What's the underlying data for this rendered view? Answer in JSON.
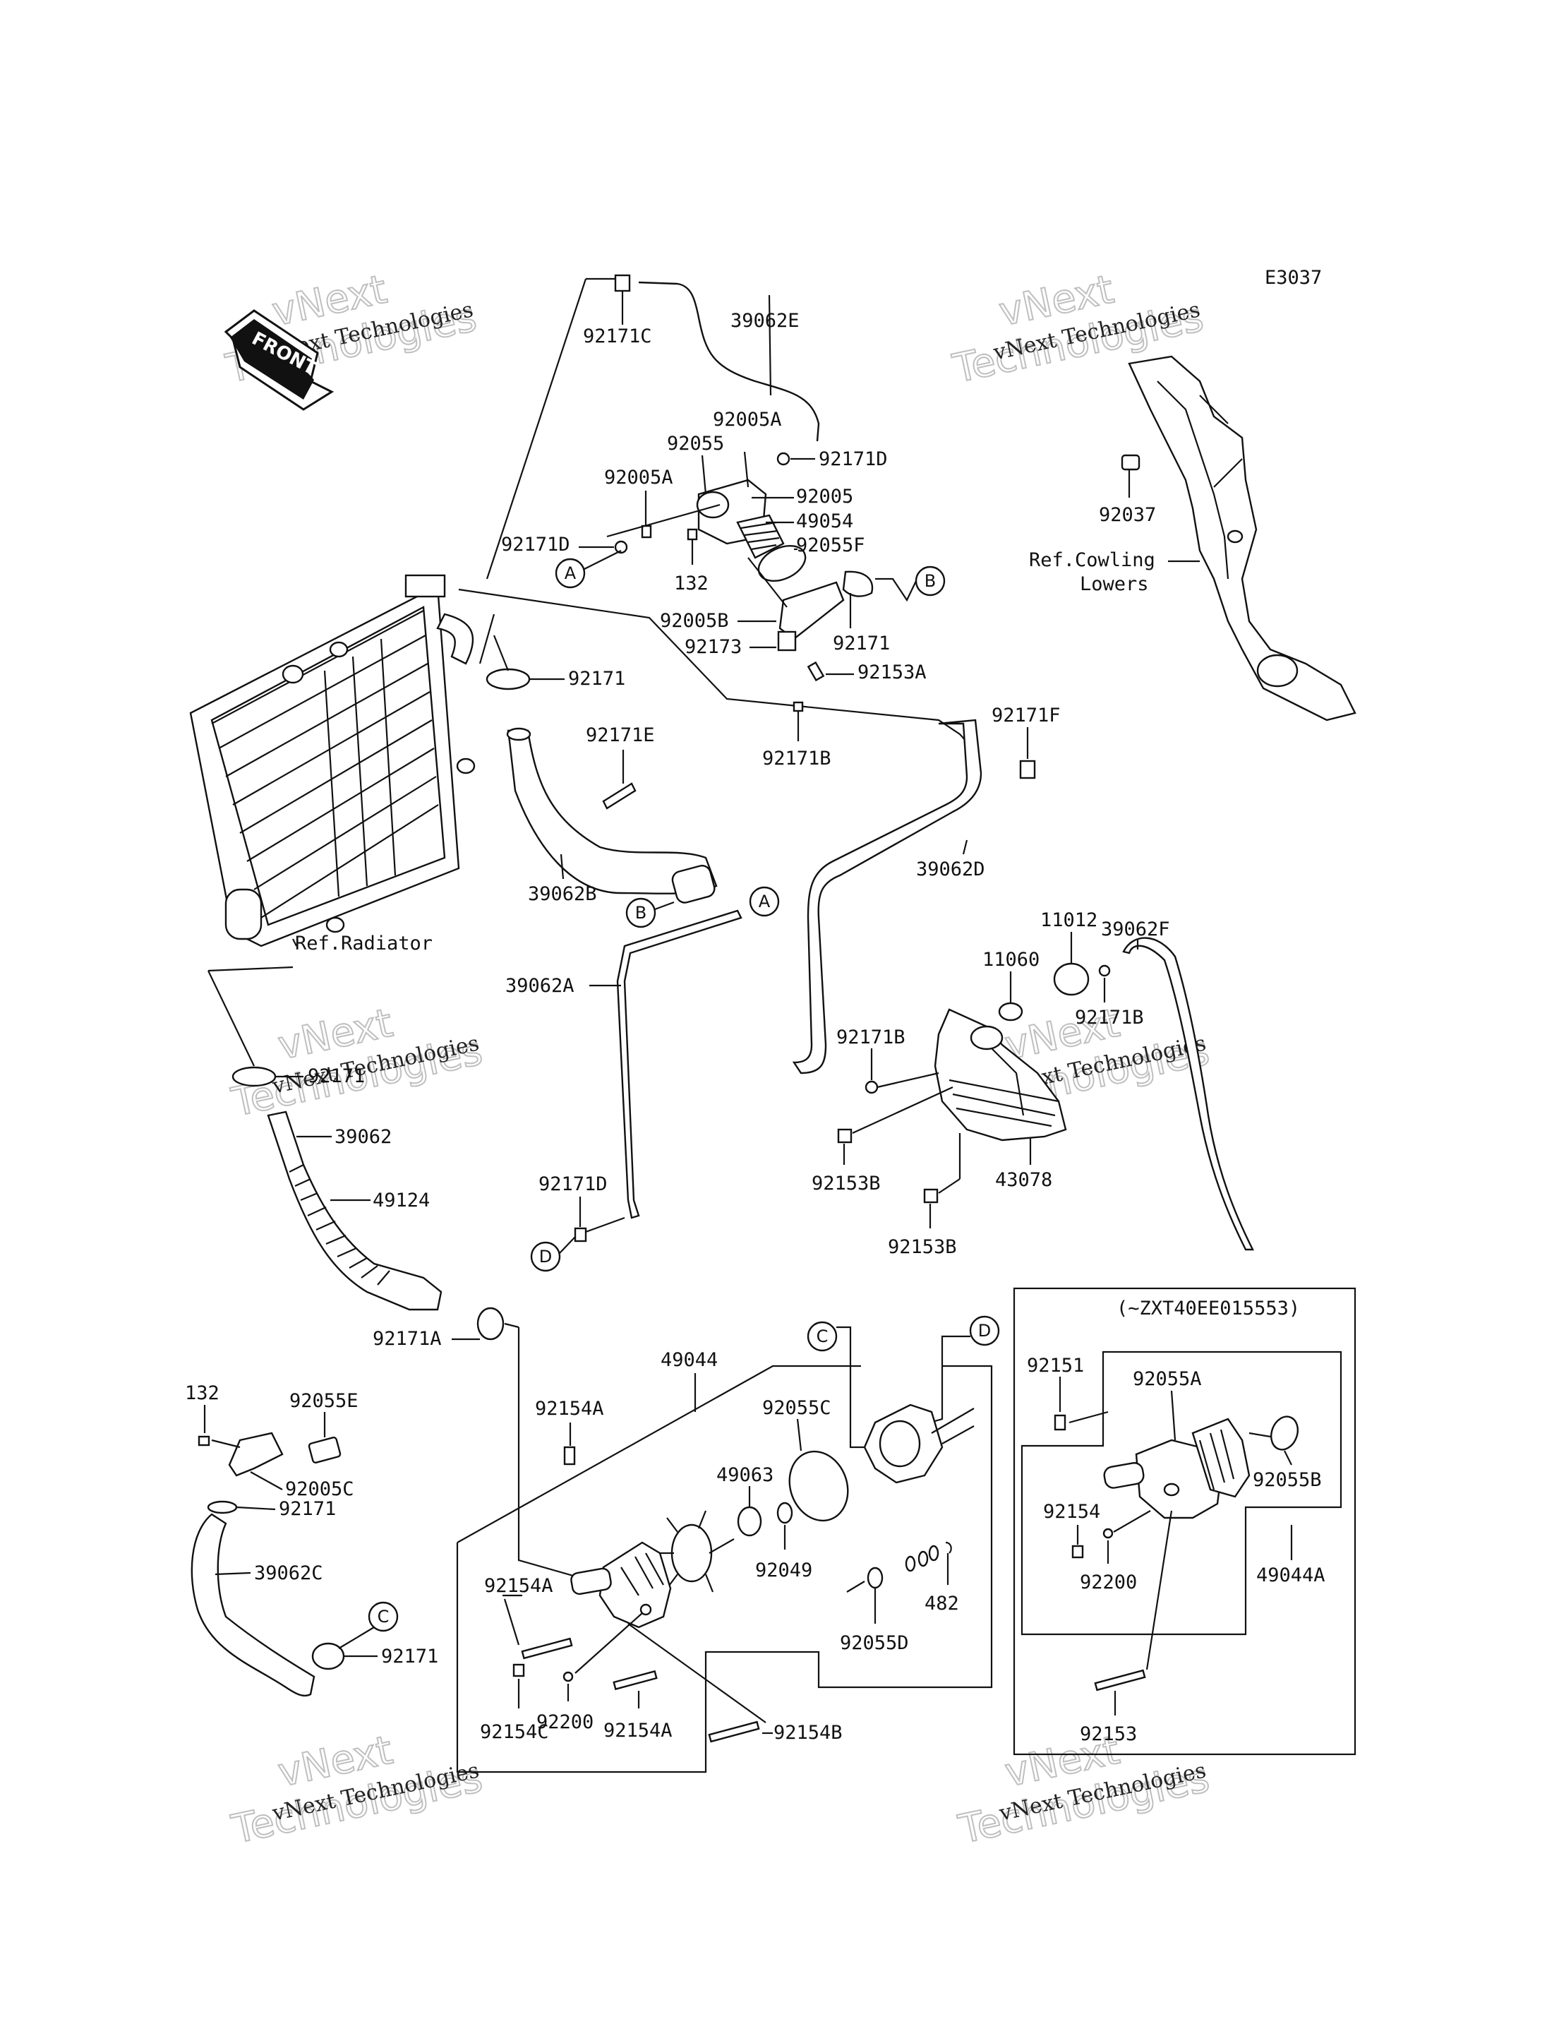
{
  "diagram_code": "E3037",
  "front_label": "FRONT",
  "watermark": {
    "line1": "vNext",
    "line2": "Technologies",
    "caption": "vNext Technologies"
  },
  "references": {
    "radiator": "Ref.Radiator",
    "cowling_line1": "Ref.Cowling",
    "cowling_line2": "Lowers"
  },
  "connectors": {
    "a": "A",
    "b": "B",
    "c": "C",
    "d": "D"
  },
  "inset": {
    "serial_note": "(~ZXT40EE015553)"
  },
  "parts": {
    "p92171C": "92171C",
    "p39062E": "39062E",
    "p92005A_top": "92005A",
    "p92055": "92055",
    "p92171D_top": "92171D",
    "p92005A_left": "92005A",
    "p92005": "92005",
    "p49054": "49054",
    "p92171D_left": "92171D",
    "p92055F": "92055F",
    "p132_top": "132",
    "p92005B": "92005B",
    "p92171_b": "92171",
    "p92173": "92173",
    "p92153A": "92153A",
    "p92171_hose": "92171",
    "p92171E": "92171E",
    "p92171B_mid": "92171B",
    "p92171F": "92171F",
    "p39062B": "39062B",
    "p39062D": "39062D",
    "p92037": "92037",
    "p39062F": "39062F",
    "p11012": "11012",
    "p11060": "11060",
    "p92171B_res": "92171B",
    "p92171B_low": "92171B",
    "p39062A": "39062A",
    "p92171_left": "92171",
    "p39062": "39062",
    "p49124": "49124",
    "p92153B_a": "92153B",
    "p43078": "43078",
    "p92171D_low": "92171D",
    "p92153B_b": "92153B",
    "p92171A": "92171A",
    "p132_low": "132",
    "p92055E": "92055E",
    "p92005C": "92005C",
    "p92171_c1": "92171",
    "p39062C": "39062C",
    "p92171_c2": "92171",
    "p49044": "49044",
    "p92154A_top": "92154A",
    "p92055C": "92055C",
    "p49063": "49063",
    "p92049": "92049",
    "p92154A_mid": "92154A",
    "p482": "482",
    "p92055D": "92055D",
    "p92200": "92200",
    "p92154C": "92154C",
    "p92154A_low": "92154A",
    "p92154B": "92154B",
    "p92151": "92151",
    "p92055A": "92055A",
    "p92055B": "92055B",
    "p92154": "92154",
    "p92200_inset": "92200",
    "p49044A": "49044A",
    "p92153": "92153"
  }
}
